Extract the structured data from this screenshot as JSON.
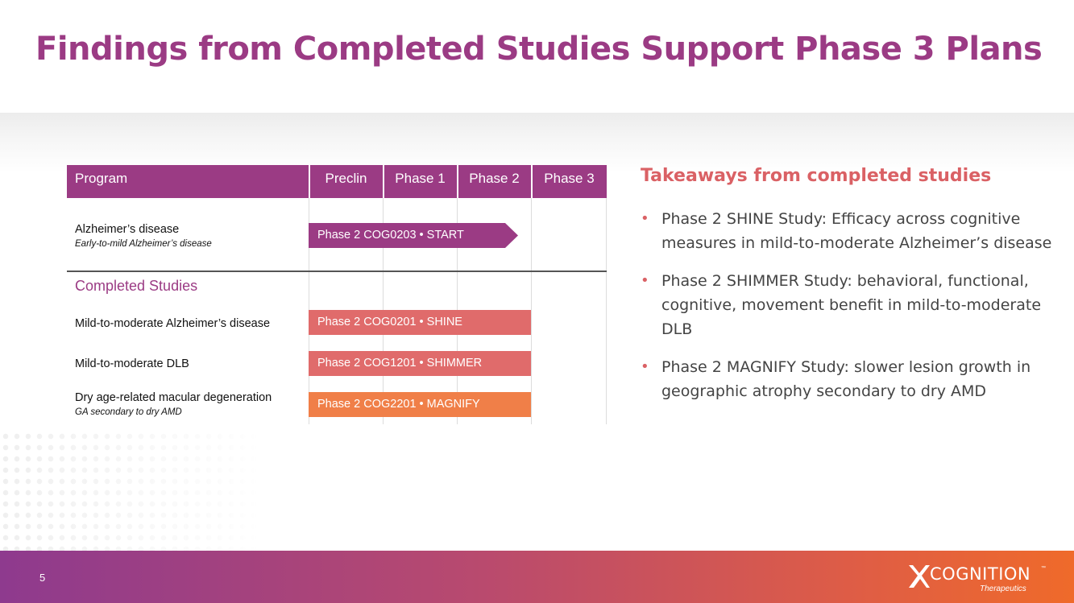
{
  "title": "Findings from Completed Studies Support Phase 3 Plans",
  "table": {
    "headers": [
      "Program",
      "Preclin",
      "Phase 1",
      "Phase 2",
      "Phase 3"
    ],
    "active_program": {
      "name": "Alzheimer’s disease",
      "subtitle": "Early-to-mild Alzheimer’s disease",
      "bar_label": "Phase 2 COG0203 • START",
      "bar_color": "#9b3b84"
    },
    "completed_label": "Completed Studies",
    "completed": [
      {
        "name": "Mild-to-moderate Alzheimer’s disease",
        "subtitle": "",
        "bar_label": "Phase 2 COG0201 • SHINE",
        "bar_color": "#e06b6b"
      },
      {
        "name": "Mild-to-moderate DLB",
        "subtitle": "",
        "bar_label": "Phase 2 COG1201 • SHIMMER",
        "bar_color": "#e06b6b"
      },
      {
        "name": "Dry age-related macular degeneration",
        "subtitle": "GA secondary to dry AMD",
        "bar_label": "Phase 2 COG2201 • MAGNIFY",
        "bar_color": "#f07f48"
      }
    ]
  },
  "takeaways": {
    "title": "Takeaways from completed studies",
    "items": [
      "Phase 2 SHINE Study: Efficacy across cognitive measures in mild-to-moderate Alzheimer’s disease",
      "Phase 2 SHIMMER Study: behavioral, functional, cognitive, movement benefit in mild-to-moderate DLB",
      "Phase 2 MAGNIFY Study: slower lesion growth in geographic atrophy secondary to dry AMD"
    ]
  },
  "footer": {
    "page_number": "5",
    "logo_name": "COGNITION",
    "logo_tm": "™",
    "logo_sub": "Therapeutics"
  },
  "colors": {
    "brand_purple": "#9b3b84",
    "accent_coral": "#da6165",
    "accent_orange": "#f07f48"
  }
}
